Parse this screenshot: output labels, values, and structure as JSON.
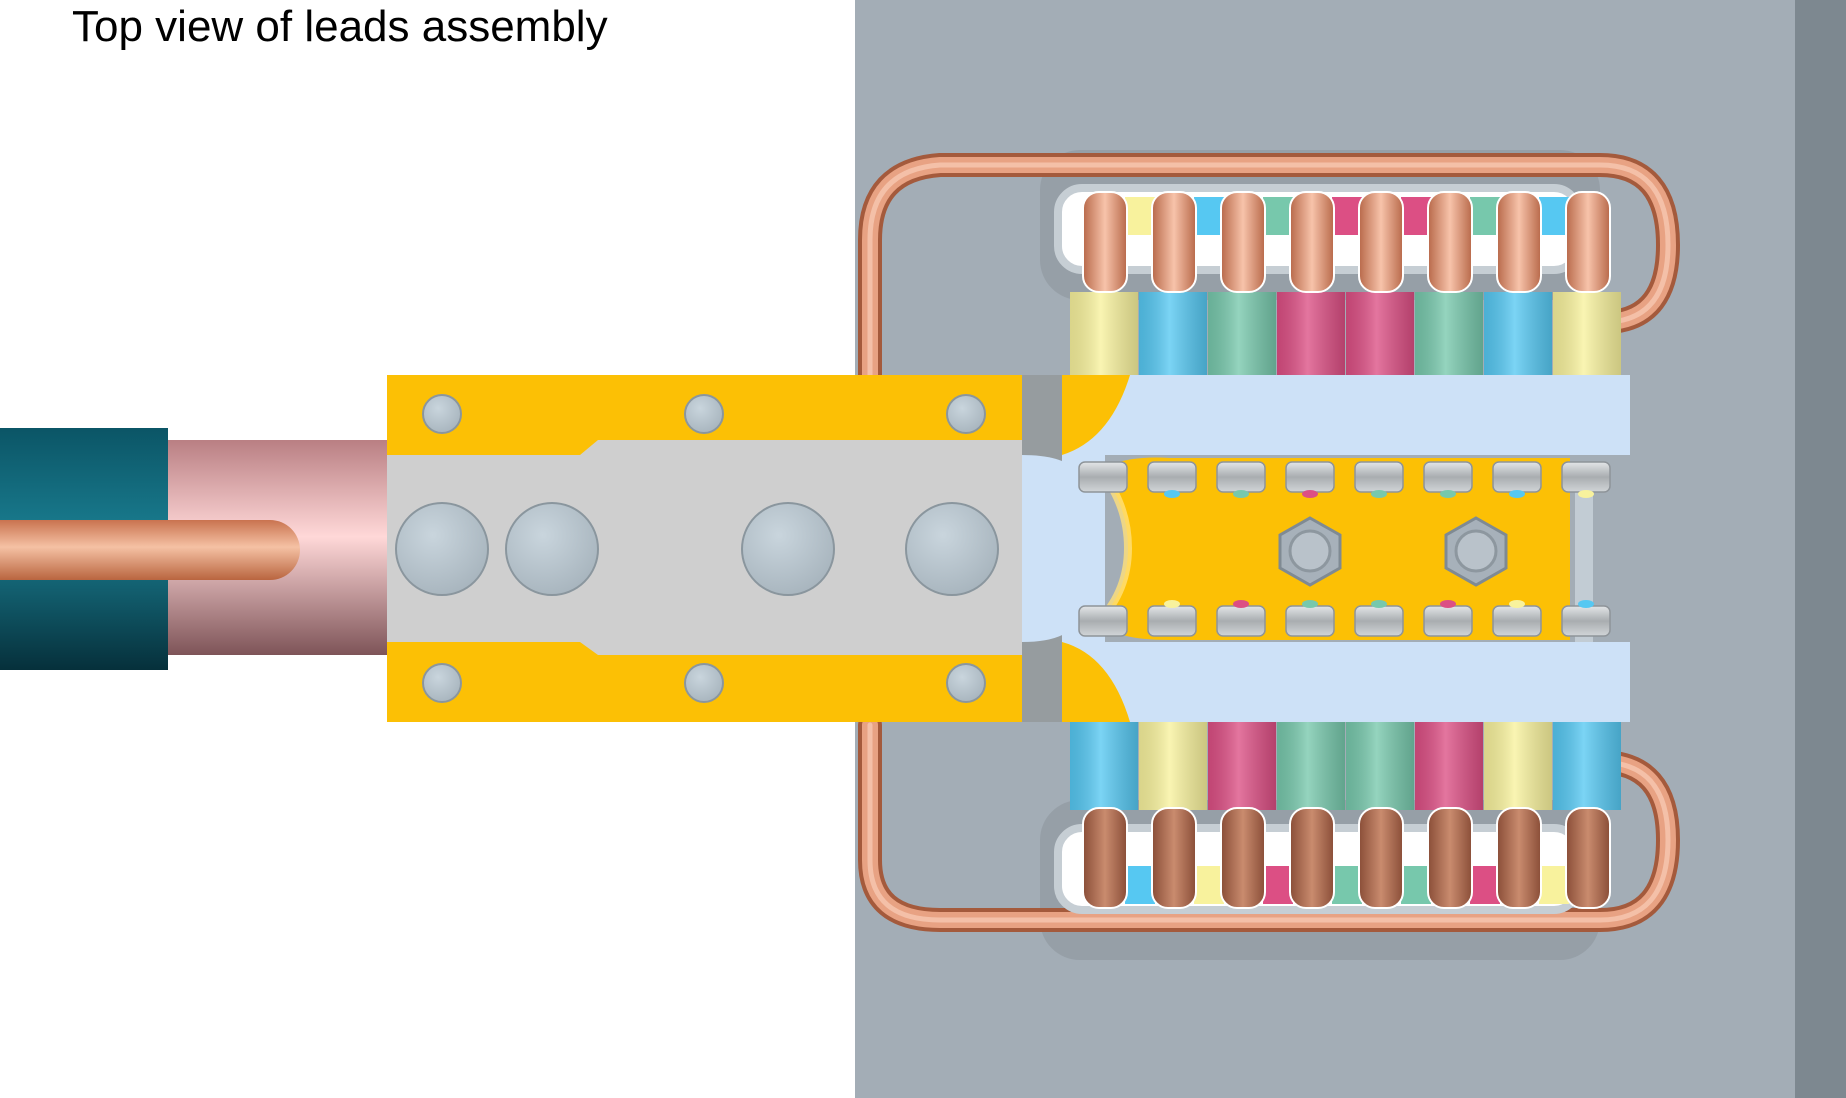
{
  "title": "Top view of leads assembly",
  "colors": {
    "background_plate": "#a3adb6",
    "plate_edge": "#7d8890",
    "copper": "#d9906e",
    "clamp_yellow": "#fcc005",
    "clamp_grey": "#cfcfcf",
    "bolt_head": "#b6c3cc",
    "light_blue": "#cde1f7",
    "cable_jacket": "#0e5b6c",
    "cable_pink": "#e2a3a4",
    "lead_yellow": "#f8f29d",
    "lead_blue": "#56c8f2",
    "lead_green": "#77c8ac",
    "lead_magenta": "#dc4f84"
  },
  "lead_colors_top": [
    "yellow",
    "blue",
    "green",
    "magenta",
    "magenta",
    "green",
    "blue",
    "yellow"
  ],
  "lead_colors_bottom": [
    "blue",
    "yellow",
    "magenta",
    "green",
    "green",
    "magenta",
    "yellow",
    "blue"
  ],
  "nut_marks_top": [
    "blue",
    "green",
    "magenta",
    "green",
    "green",
    "blue",
    "yellow"
  ],
  "nut_marks_bottom": [
    "yellow",
    "magenta",
    "green",
    "green",
    "magenta",
    "yellow",
    "blue"
  ]
}
